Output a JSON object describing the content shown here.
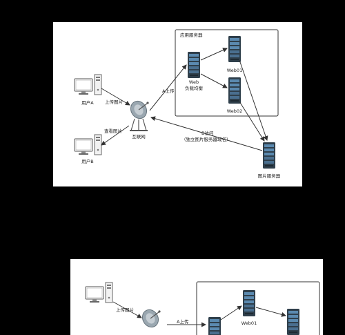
{
  "diagram_top": {
    "group_label": "应用服务器",
    "user_a": "用户A",
    "user_b": "用户B",
    "internet": "互联网",
    "lb_line1": "Web",
    "lb_line2": "负载均衡",
    "web01": "Web01",
    "web02": "Web02",
    "image_server": "图片服务器",
    "edge_upload_pic": "上传图片",
    "edge_view_pic": "查看图片",
    "edge_a_upload": "A上传",
    "edge_b_access_1": "B访问",
    "edge_b_access_2": "（独立图片服务器域名）"
  },
  "diagram_bottom": {
    "edge_upload_pic": "上传图片",
    "edge_a_upload": "A上传",
    "web01": "Web01"
  },
  "colors": {
    "server_dark": "#2f3f4b",
    "server_accent": "#5b8ab0",
    "edge": "#333333"
  }
}
